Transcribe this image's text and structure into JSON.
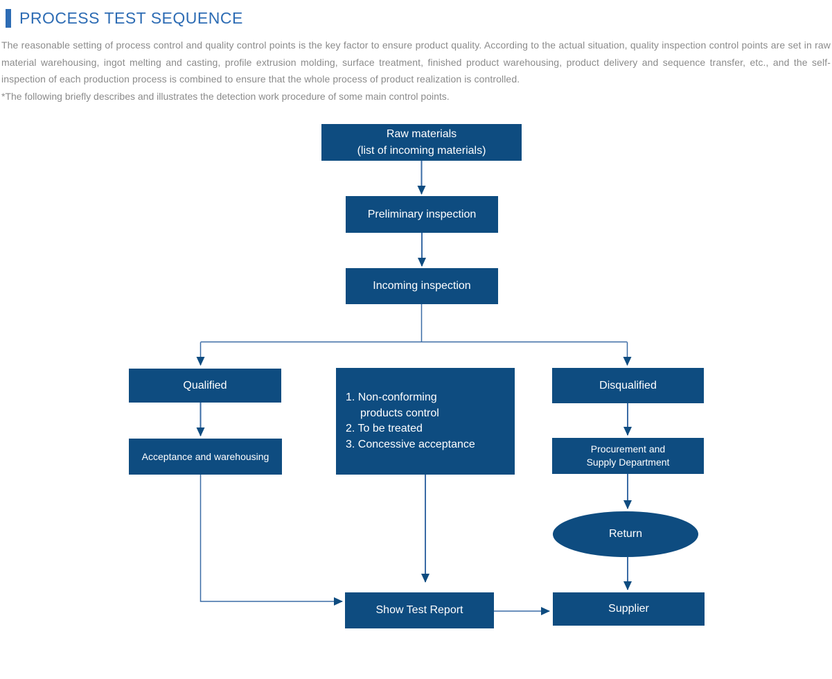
{
  "header": {
    "title": "PROCESS TEST SEQUENCE"
  },
  "intro": {
    "text": "The reasonable setting of process control and quality control points is the key factor to ensure product quality. According to the actual situation, quality inspection control points are set in raw material warehousing, ingot melting and casting, profile extrusion molding, surface treatment, finished product warehousing, product delivery and sequence transfer, etc., and the self-inspection of each production process is combined to ensure that the whole process of product realization is controlled.",
    "note": "*The following briefly describes and illustrates the detection work procedure of some main control points."
  },
  "flow": {
    "raw": {
      "line1": "Raw materials",
      "line2": "(list of incoming materials)"
    },
    "preliminary": "Preliminary inspection",
    "incoming": "Incoming inspection",
    "qualified": "Qualified",
    "nonconforming": {
      "line1": "1. Non-conforming",
      "line2": "products control",
      "line3": "2. To be treated",
      "line4": "3. Concessive acceptance"
    },
    "disqualified": "Disqualified",
    "acceptance": "Acceptance and warehousing",
    "procurement": {
      "line1": "Procurement and",
      "line2": "Supply Department"
    },
    "return": "Return",
    "show_report": "Show Test Report",
    "supplier": "Supplier"
  },
  "edges": [
    {
      "from": "raw",
      "to": "preliminary"
    },
    {
      "from": "preliminary",
      "to": "incoming"
    },
    {
      "from": "incoming",
      "to": "qualified"
    },
    {
      "from": "incoming",
      "to": "disqualified"
    },
    {
      "from": "qualified",
      "to": "acceptance"
    },
    {
      "from": "disqualified",
      "to": "procurement"
    },
    {
      "from": "procurement",
      "to": "return"
    },
    {
      "from": "return",
      "to": "supplier"
    },
    {
      "from": "nonconforming",
      "to": "show_report"
    },
    {
      "from": "acceptance",
      "to": "show_report"
    },
    {
      "from": "show_report",
      "to": "supplier"
    }
  ],
  "colors": {
    "accent": "#2d6cb4",
    "node_fill": "#0e4c80",
    "connector_line": "#3a6ba5",
    "arrowhead": "#0e4c80",
    "body_text": "#8b8b8b",
    "node_text": "#ffffff",
    "background": "#ffffff"
  }
}
